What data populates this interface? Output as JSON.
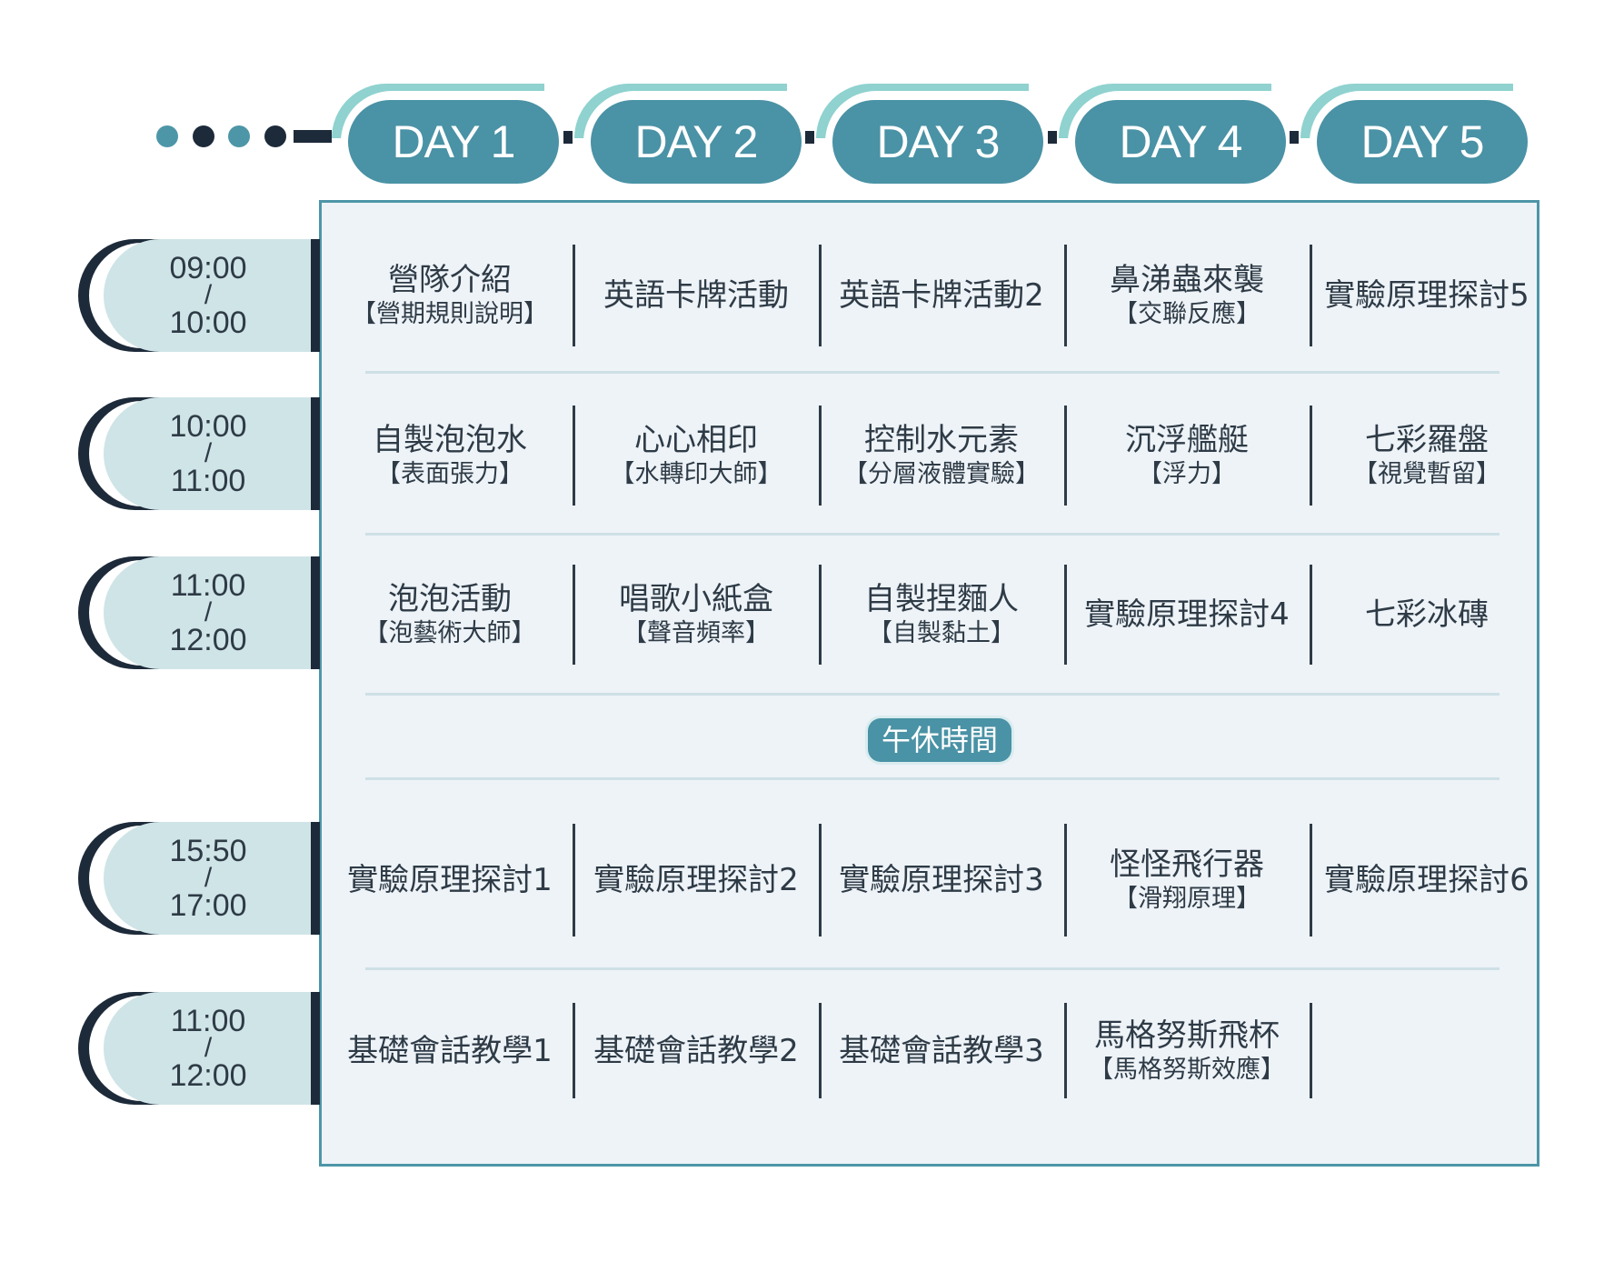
{
  "days": [
    "DAY 1",
    "DAY 2",
    "DAY 3",
    "DAY 4",
    "DAY 5"
  ],
  "time_slots": [
    {
      "start": "09:00",
      "sep": "/",
      "end": "10:00"
    },
    {
      "start": "10:00",
      "sep": "/",
      "end": "11:00"
    },
    {
      "start": "11:00",
      "sep": "/",
      "end": "12:00"
    },
    {
      "start": "15:50",
      "sep": "/",
      "end": "17:00"
    },
    {
      "start": "11:00",
      "sep": "/",
      "end": "12:00"
    }
  ],
  "lunch_label": "午休時間",
  "rows": [
    [
      {
        "title": "營隊介紹",
        "sub": "【營期規則說明】"
      },
      {
        "title": "英語卡牌活動",
        "sub": ""
      },
      {
        "title": "英語卡牌活動2",
        "sub": ""
      },
      {
        "title": "鼻涕蟲來襲",
        "sub": "【交聯反應】"
      },
      {
        "title": "實驗原理探討5",
        "sub": ""
      }
    ],
    [
      {
        "title": "自製泡泡水",
        "sub": "【表面張力】"
      },
      {
        "title": "心心相印",
        "sub": "【水轉印大師】"
      },
      {
        "title": "控制水元素",
        "sub": "【分層液體實驗】"
      },
      {
        "title": "沉浮艦艇",
        "sub": "【浮力】"
      },
      {
        "title": "七彩羅盤",
        "sub": "【視覺暫留】"
      }
    ],
    [
      {
        "title": "泡泡活動",
        "sub": "【泡藝術大師】"
      },
      {
        "title": "唱歌小紙盒",
        "sub": "【聲音頻率】"
      },
      {
        "title": "自製捏麵人",
        "sub": "【自製黏土】"
      },
      {
        "title": "實驗原理探討4",
        "sub": ""
      },
      {
        "title": "七彩冰磚",
        "sub": ""
      }
    ],
    [
      {
        "title": "實驗原理探討1",
        "sub": ""
      },
      {
        "title": "實驗原理探討2",
        "sub": ""
      },
      {
        "title": "實驗原理探討3",
        "sub": ""
      },
      {
        "title": "怪怪飛行器",
        "sub": "【滑翔原理】"
      },
      {
        "title": "實驗原理探討6",
        "sub": ""
      }
    ],
    [
      {
        "title": "基礎會話教學1",
        "sub": ""
      },
      {
        "title": "基礎會話教學2",
        "sub": ""
      },
      {
        "title": "基礎會話教學3",
        "sub": ""
      },
      {
        "title": "馬格努斯飛杯",
        "sub": "【馬格努斯效應】"
      },
      {
        "title": "",
        "sub": ""
      }
    ]
  ],
  "colors": {
    "teal": "#4a92a5",
    "navy": "#1d2a3a",
    "light_teal": "#cfe4e6",
    "accent": "#8fd2cf",
    "panel_bg": "#eef3f8"
  }
}
